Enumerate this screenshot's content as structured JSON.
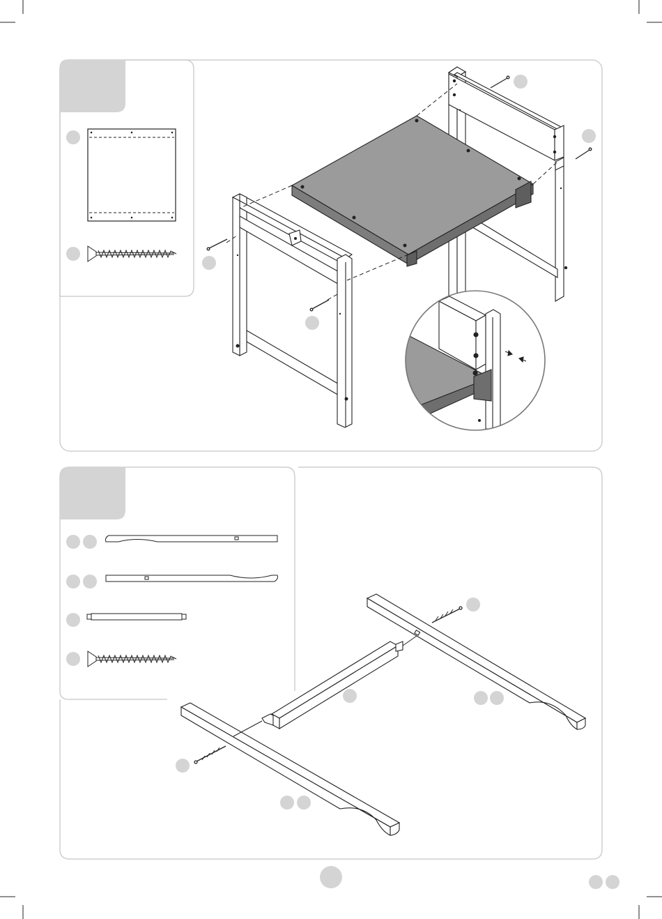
{
  "page": {
    "background": "#ffffff",
    "panel_border_color": "#cfcfcf",
    "badge_color": "#d4d4d4",
    "line_color": "#222222",
    "board_fill": "#9b9b9b"
  },
  "icons": {
    "crop_marks": "crop-mark-lines",
    "step_tab": "rounded-grey-tab",
    "screw": "wood-screw-icon",
    "part_badge": "grey-circle-badge"
  },
  "step1": {
    "parts": [
      "panel-board-part",
      "long-screw-part"
    ],
    "callouts": 5,
    "detail_view": "magnified-circle-clearance-detail"
  },
  "step2": {
    "parts": [
      "foot-rail-left-part",
      "foot-rail-right-part",
      "cross-bar-part",
      "long-screw-part"
    ],
    "callouts": 6
  },
  "footer": {
    "page_number_badge": "grey-circle-badge",
    "language_badges": 2
  }
}
